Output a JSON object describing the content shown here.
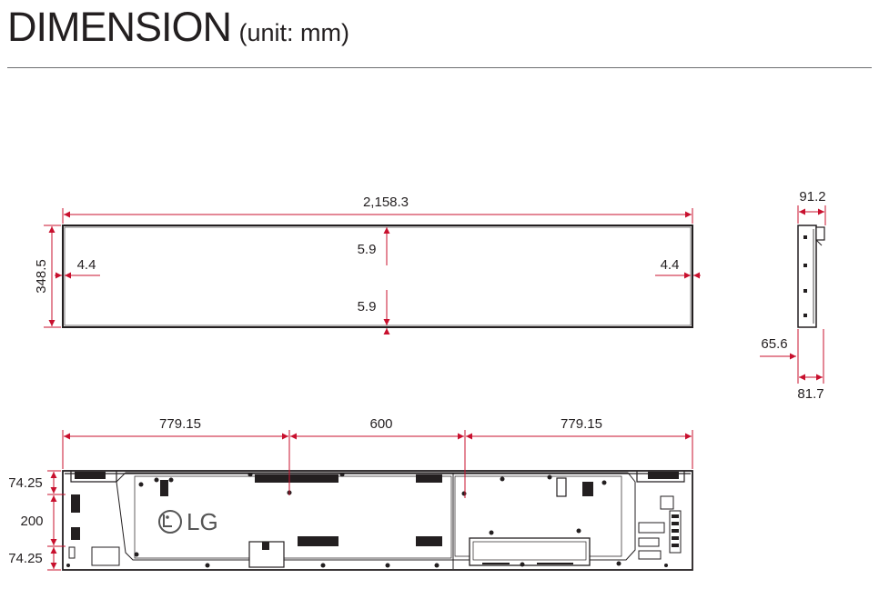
{
  "title": {
    "main": "DIMENSION",
    "unit": "(unit: mm)"
  },
  "colors": {
    "dimension_line": "#c8102e",
    "outline": "#231f20"
  },
  "front_view": {
    "width": "2,158.3",
    "height": "348.5",
    "bezel_top": "5.9",
    "bezel_bottom": "5.9",
    "bezel_left": "4.4",
    "bezel_right": "4.4"
  },
  "side_view": {
    "top_depth": "91.2",
    "depth_label_left": "65.6",
    "bottom_depth": "81.7"
  },
  "rear_view": {
    "horizontal": [
      "779.15",
      "600",
      "779.15"
    ],
    "vertical": [
      "74.25",
      "200",
      "74.25"
    ],
    "logo": "LG"
  }
}
